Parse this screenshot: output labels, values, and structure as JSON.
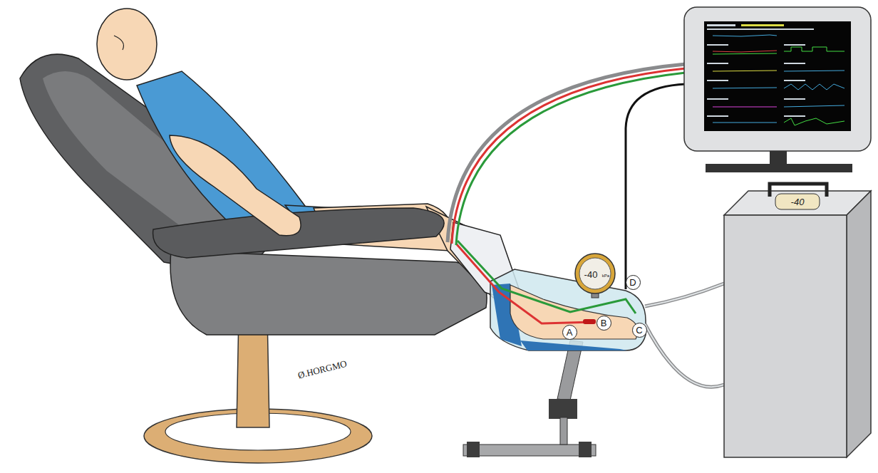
{
  "diagram": {
    "nodes": [
      {
        "text": [
          "A"
        ]
      },
      {
        "text": [
          "B"
        ]
      },
      {
        "text": [
          "C"
        ]
      },
      {
        "text": [
          "D"
        ]
      }
    ],
    "labels": [
      "-40",
      "kPa",
      "-40",
      "Ø.HORGMO"
    ]
  }
}
